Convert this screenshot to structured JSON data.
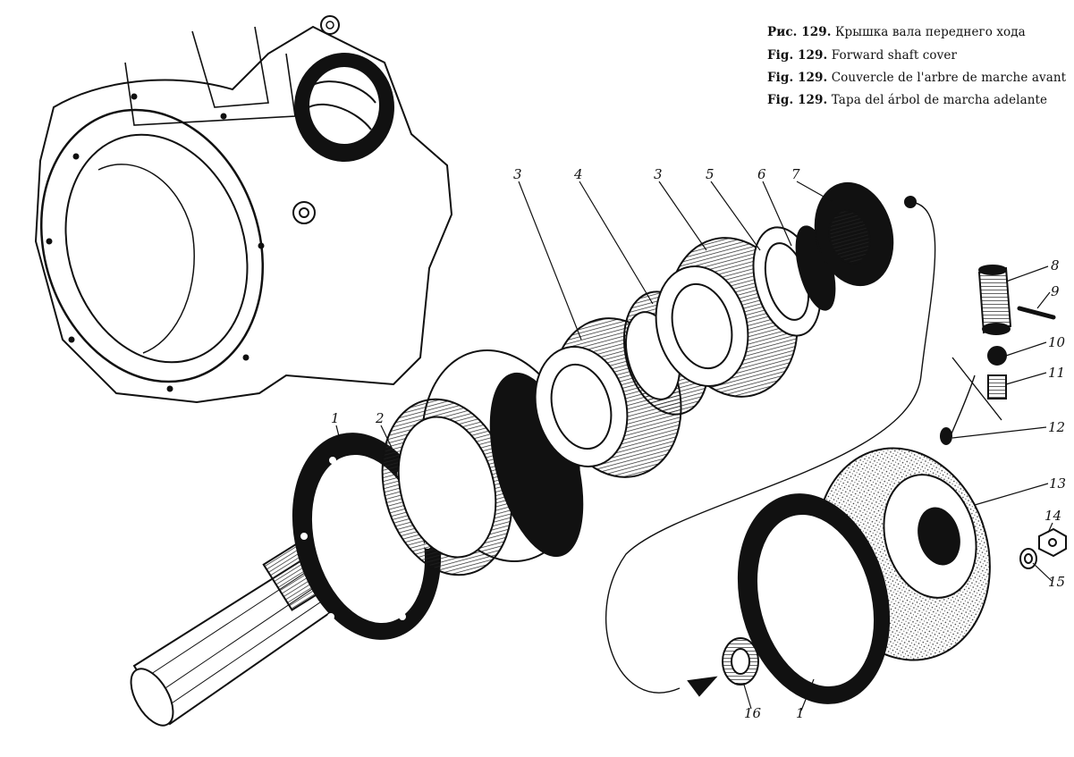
{
  "captions": [
    {
      "fig": "Рис. 129.",
      "text": "Крышка вала переднего хода"
    },
    {
      "fig": "Fig. 129.",
      "text": "Forward shaft cover"
    },
    {
      "fig": "Fig. 129.",
      "text": "Couvercle de l'arbre de marche avant"
    },
    {
      "fig": "Fig. 129.",
      "text": "Tapa del árbol de marcha adelante"
    }
  ],
  "part_labels": [
    "1",
    "2",
    "3",
    "4",
    "3",
    "5",
    "6",
    "7",
    "8",
    "9",
    "10",
    "11",
    "12",
    "13",
    "14",
    "15",
    "16",
    "1"
  ]
}
